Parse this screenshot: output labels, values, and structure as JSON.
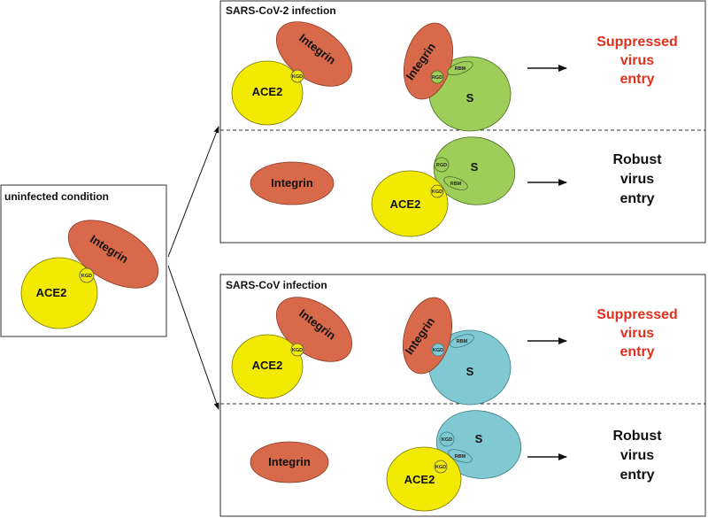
{
  "colors": {
    "ace2": "#f2ea00",
    "integrin": "#d9694b",
    "spike_cov2": "#9fcd5a",
    "spike_cov": "#80c8d2",
    "suppressed_text": "#e0301e",
    "robust_text": "#111111"
  },
  "uninfected": {
    "title": "uninfected condition",
    "ace2": "ACE2",
    "integrin": "Integrin",
    "kgd": "KGD"
  },
  "sars_cov2": {
    "title": "SARS-CoV-2  infection",
    "top": {
      "ace2": "ACE2",
      "integrin_left": "Integrin",
      "kgd_left": "KGD",
      "integrin_right": "Integrin",
      "rgd": "RGD",
      "rbm": "RBM",
      "spike": "S",
      "outcome": [
        "Suppressed",
        "virus",
        "entry"
      ]
    },
    "bottom": {
      "integrin": "Integrin",
      "ace2": "ACE2",
      "kgd": "KGD",
      "rgd": "RGD",
      "rbm": "RBM",
      "spike": "S",
      "outcome": [
        "Robust",
        "virus",
        "entry"
      ]
    }
  },
  "sars_cov": {
    "title": "SARS-CoV  infection",
    "top": {
      "ace2": "ACE2",
      "integrin_left": "Integrin",
      "kgd_left": "KGD",
      "integrin_right": "Integrin",
      "kgd_right": "KGD",
      "rbm": "RBM",
      "spike": "S",
      "outcome": [
        "Suppressed",
        "virus",
        "entry"
      ]
    },
    "bottom": {
      "integrin": "Integrin",
      "ace2": "ACE2",
      "kgd": "KGD",
      "kgd_spike": "KGD",
      "rbm": "RBM",
      "spike": "S",
      "outcome": [
        "Robust",
        "virus",
        "entry"
      ]
    }
  }
}
